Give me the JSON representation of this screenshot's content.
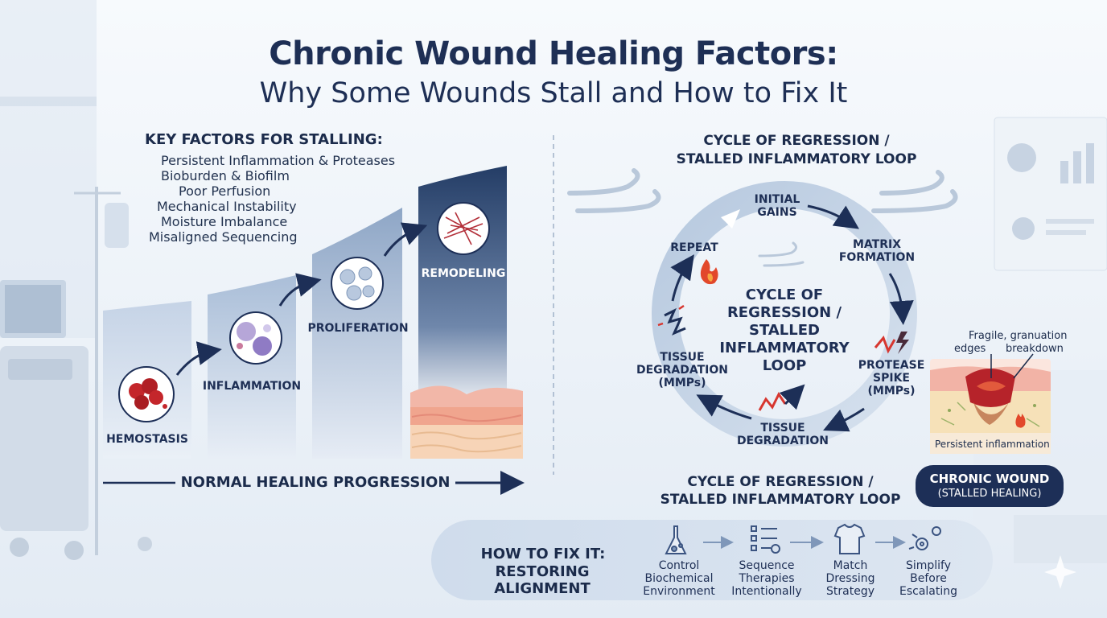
{
  "title": "Chronic Wound Healing Factors:",
  "subtitle": "Why Some Wounds Stall and How to Fix It",
  "key_factors": {
    "heading": "KEY FACTORS FOR STALLING:",
    "items": [
      "Persistent Inflammation & Proteases",
      "Bioburden & Biofilm",
      "Poor Perfusion",
      "Mechanical Instability",
      "Moisture Imbalance",
      "Misaligned Sequencing"
    ]
  },
  "normal_healing": {
    "stages": [
      "HEMOSTASIS",
      "INFLAMMATION",
      "PROLIFERATION",
      "REMODELING"
    ],
    "label": "NORMAL HEALING PROGRESSION"
  },
  "cycle": {
    "heading_line1": "CYCLE OF REGRESSION /",
    "heading_line2": "STALLED INFLAMMATORY LOOP",
    "center": [
      "CYCLE OF",
      "REGRESSION /",
      "STALLED",
      "INFLAMMATORY",
      "LOOP"
    ],
    "nodes": {
      "initial_gains": [
        "INITIAL",
        "GAINS"
      ],
      "matrix_formation": [
        "MATRIX",
        "FORMATION"
      ],
      "protease_spike": [
        "PROTEASE",
        "SPIKE",
        "(MMPs)"
      ],
      "tissue_degradation_bottom": [
        "TISSUE",
        "DEGRADATION"
      ],
      "tissue_degradation_left": [
        "TISSUE",
        "DEGRADATION",
        "(MMPs)"
      ],
      "repeat": [
        "REPEAT"
      ]
    },
    "footer_line1": "CYCLE OF REGRESSION /",
    "footer_line2": "STALLED INFLAMMATORY LOOP"
  },
  "chronic_wound": {
    "callout_fragile": "Fragile, granuation",
    "callout_edges": "edges",
    "callout_breakdown": "breakdown",
    "caption": "Persistent inflammation",
    "badge_line1": "CHRONIC WOUND",
    "badge_line2": "(STALLED HEALING)"
  },
  "fix": {
    "heading_line1": "HOW TO FIX IT:",
    "heading_line2": "RESTORING ALIGNMENT",
    "steps": [
      {
        "lines": [
          "Control",
          "Biochemical",
          "Environment"
        ],
        "icon": "flask-icon"
      },
      {
        "lines": [
          "Sequence",
          "Therapies",
          "Intentionally"
        ],
        "icon": "checklist-icon"
      },
      {
        "lines": [
          "Match",
          "Dressing",
          "Strategy"
        ],
        "icon": "shirt-icon"
      },
      {
        "lines": [
          "Simplify",
          "Before",
          "Escalating"
        ],
        "icon": "gears-icon"
      }
    ]
  },
  "colors": {
    "navy": "#1d2f57",
    "accent_red": "#d7362f",
    "ring": "#c9d7e8"
  }
}
